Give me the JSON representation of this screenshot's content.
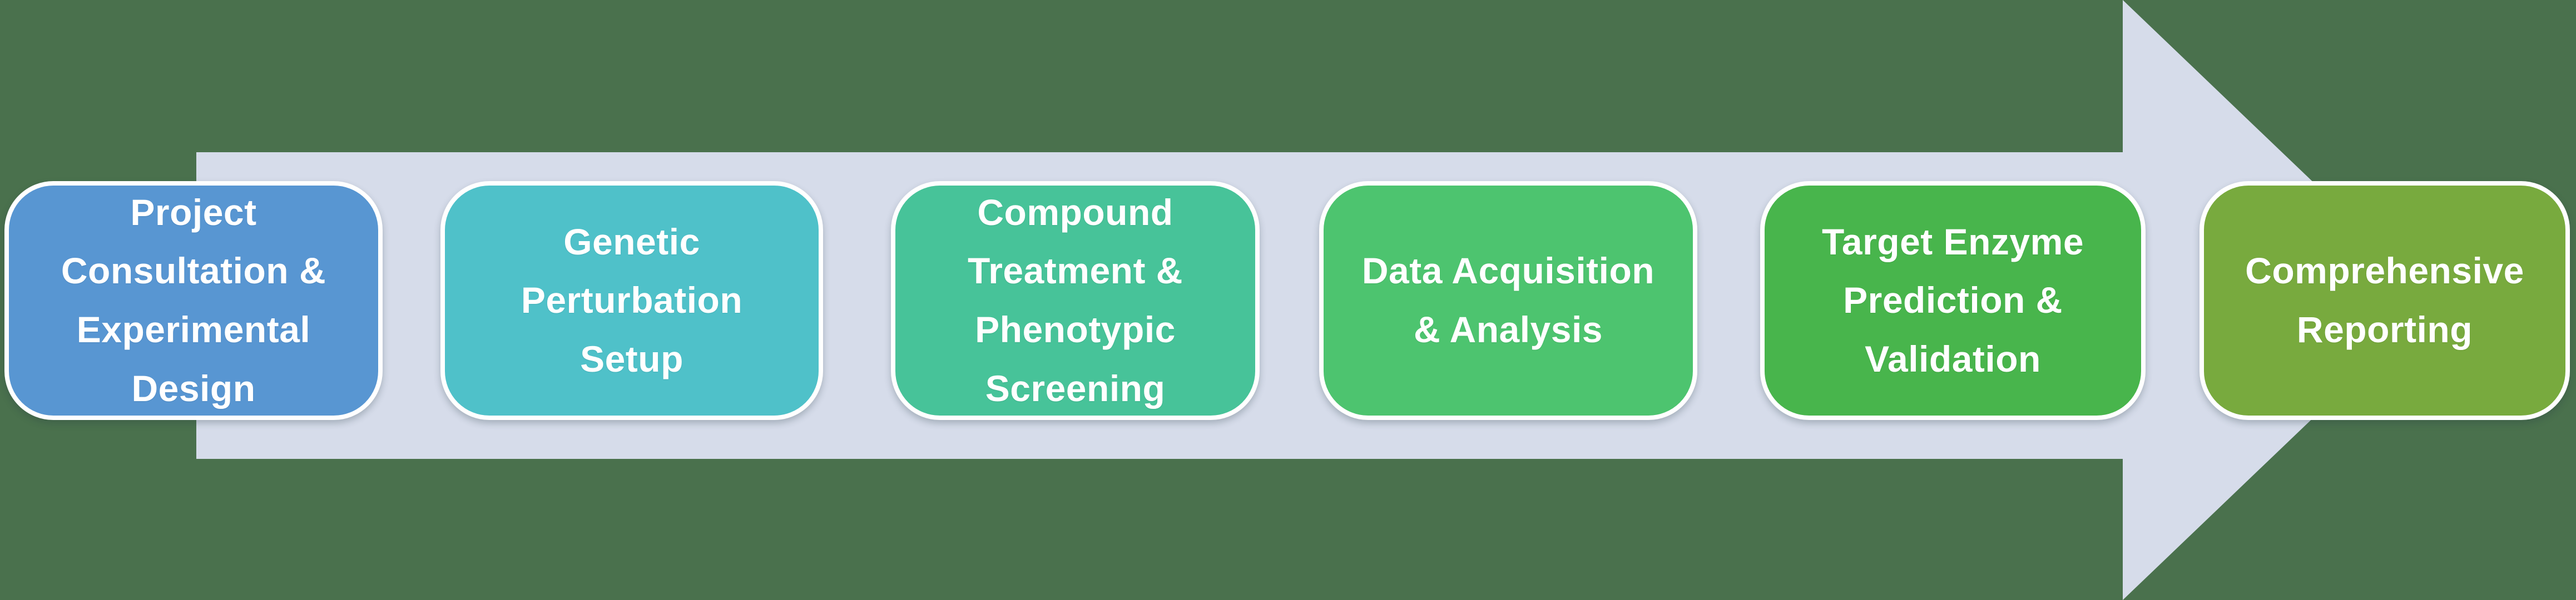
{
  "canvas": {
    "background_color": "#4a714d"
  },
  "arrow": {
    "name": "process-flow-arrow",
    "direction": "right",
    "color": "#d6dcea"
  },
  "text_color": "#ffffff",
  "steps": [
    {
      "label": "Project\nConsultation &\nExperimental\nDesign",
      "color": "#5896d2"
    },
    {
      "label": "Genetic\nPerturbation\nSetup",
      "color": "#4fc1c9"
    },
    {
      "label": "Compound\nTreatment &\nPhenotypic\nScreening",
      "color": "#47c399"
    },
    {
      "label": "Data Acquisition\n& Analysis",
      "color": "#4dc46f"
    },
    {
      "label": "Target Enzyme\nPrediction &\nValidation",
      "color": "#48b54c"
    },
    {
      "label": "Comprehensive\nReporting",
      "color": "#78aa3e"
    }
  ]
}
